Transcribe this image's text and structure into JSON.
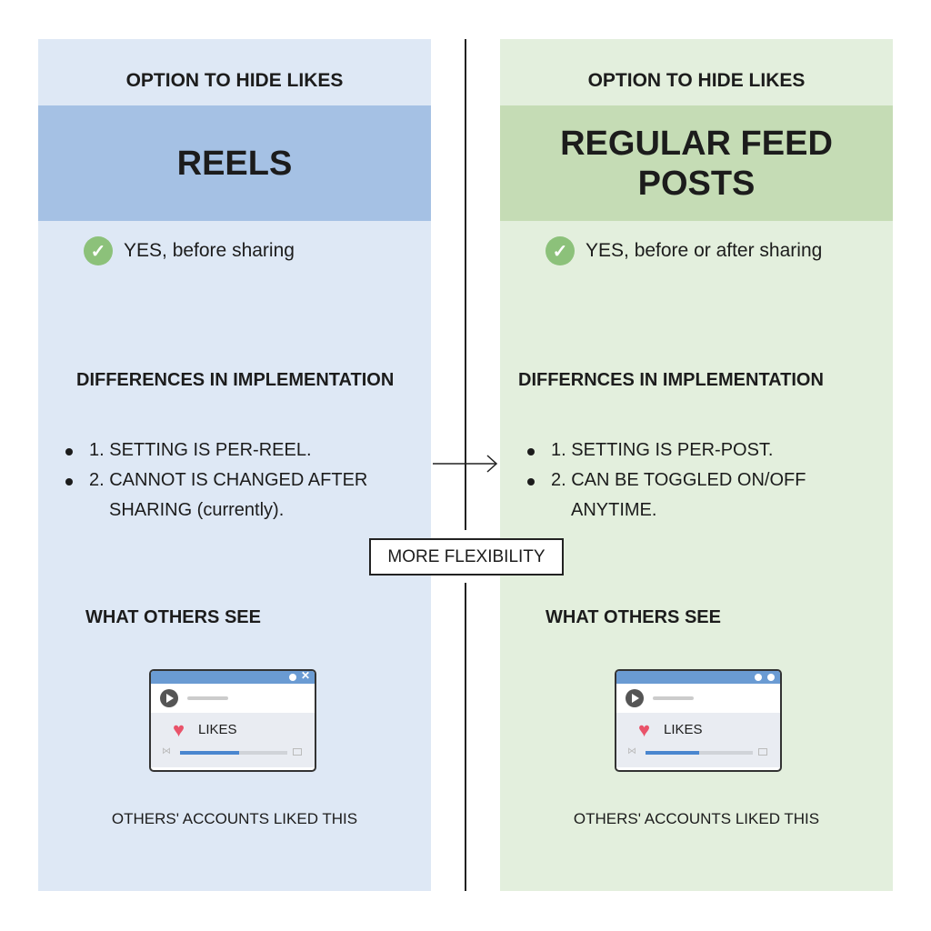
{
  "left": {
    "option_label": "OPTION TO HIDE LIKES",
    "title": "REELS",
    "availability": "YES, before sharing",
    "differences_heading": "DIFFERENCES IN IMPLEMENTATION",
    "items": [
      {
        "line1": "1. SETTING IS PER-REEL.",
        "line2": ""
      },
      {
        "line1": "2. CANNOT IS CHANGED AFTER",
        "line2": "SHARING (currently)."
      }
    ],
    "others_heading": "WHAT OTHERS SEE",
    "mock_label": "LIKES",
    "mock_progress": 0.55,
    "caption": "OTHERS' ACCOUNTS LIKED THIS",
    "bg": "#dee8f5",
    "accent": "#a5c1e4"
  },
  "right": {
    "option_label": "OPTION TO HIDE LIKES",
    "title": "REGULAR FEED POSTS",
    "availability": "YES, before or after sharing",
    "differences_heading": "DIFFERNCES IN IMPLEMENTATION",
    "items": [
      {
        "line1": "1. SETTING IS PER-POST.",
        "line2": ""
      },
      {
        "line1": "2. CAN BE TOGGLED ON/OFF",
        "line2": "ANYTIME."
      }
    ],
    "others_heading": "WHAT OTHERS SEE",
    "mock_label": "LIKES",
    "mock_progress": 0.5,
    "caption": "OTHERS' ACCOUNTS LIKED THIS",
    "bg": "#e3efdd",
    "accent": "#c5dcb5"
  },
  "center": {
    "label": "MORE FLEXIBILITY"
  }
}
